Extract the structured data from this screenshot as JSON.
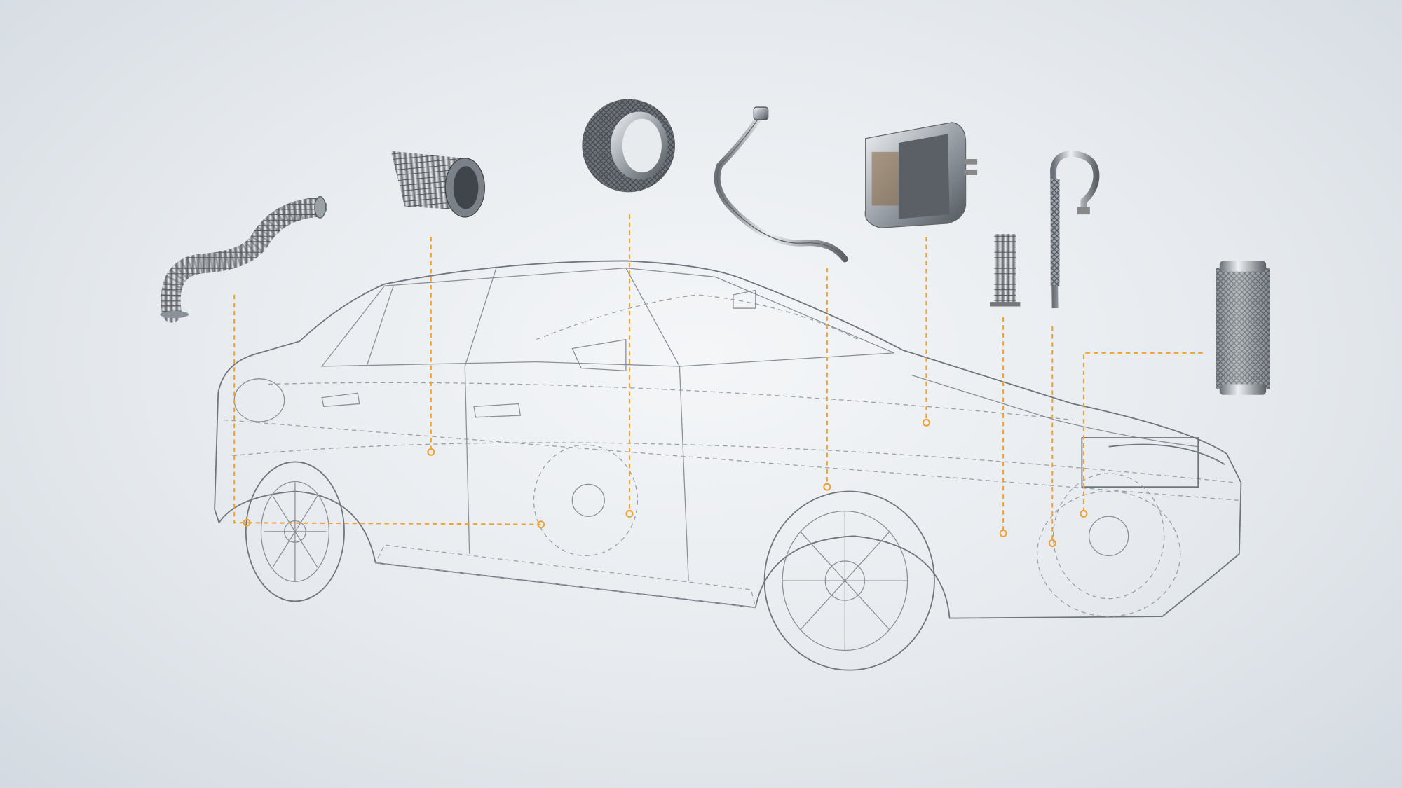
{
  "colors": {
    "leader": "#f0a030",
    "wireframe": "#8a9097",
    "metal_light": "#e4e7ea",
    "metal_dark": "#5d6268",
    "background": "#e6eaee"
  },
  "parts": [
    {
      "id": "flexible-hose",
      "icon": "corrugated-hose-icon"
    },
    {
      "id": "metal-bellows",
      "icon": "bellows-icon"
    },
    {
      "id": "sealing-ring",
      "icon": "gasket-ring-icon"
    },
    {
      "id": "bent-pipe",
      "icon": "bent-pipe-icon"
    },
    {
      "id": "canister-cutaway",
      "icon": "canister-icon"
    },
    {
      "id": "small-bellows",
      "icon": "small-bellows-icon"
    },
    {
      "id": "hook-pipe",
      "icon": "hook-pipe-icon"
    },
    {
      "id": "braided-flex-tube",
      "icon": "braided-tube-icon"
    }
  ]
}
